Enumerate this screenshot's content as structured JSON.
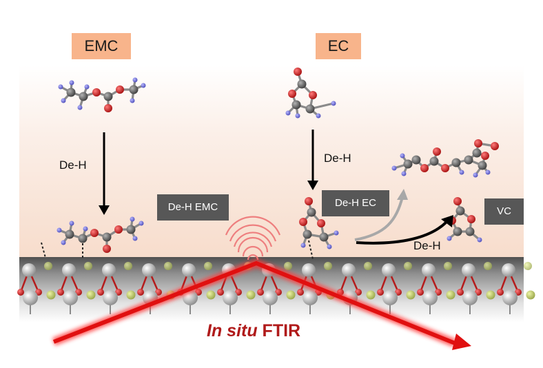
{
  "labels": {
    "emc": "EMC",
    "ec": "EC",
    "deh_emc": "De-H EMC",
    "deh_ec": "De-H EC",
    "vc": "VC",
    "deh_left": "De-H",
    "deh_mid": "De-H",
    "deh_right": "De-H",
    "ftir_italic": "In situ",
    "ftir_rest": " FTIR"
  },
  "colors": {
    "electrolyte_top": "#ffffff",
    "electrolyte_bottom": "#f8e1d3",
    "label_fill": "#f8b48b",
    "tag_fill": "#575757",
    "surface": "#5c5c5c",
    "beam": "#e01010",
    "oxygen": "#d01f1f",
    "carbon": "#5a5a5a",
    "hydrogen": "#6c6ccf",
    "metal": "#b9b9b9",
    "dopant": "#c2cf6a"
  }
}
